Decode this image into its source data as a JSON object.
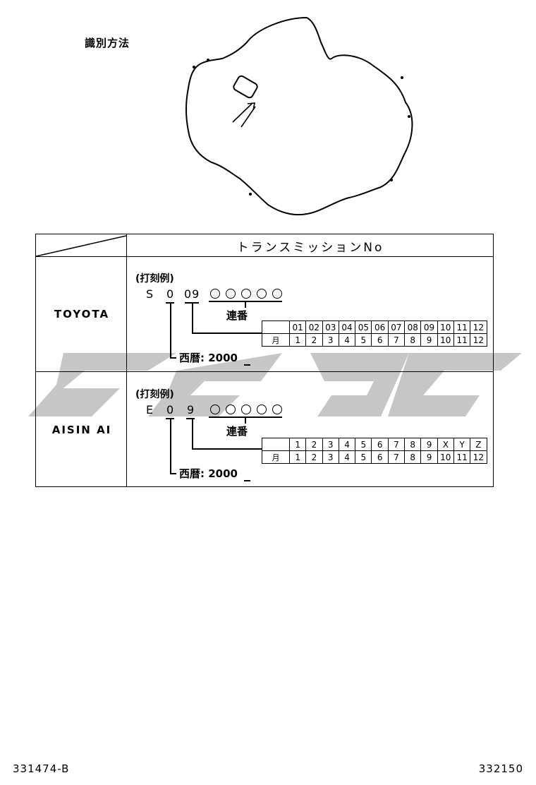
{
  "title": "識別方法",
  "table": {
    "header": "トランスミッションNo",
    "rows": [
      {
        "maker": "TOYOTA",
        "example_label": "(打刻例)",
        "code_prefix": "S",
        "code_year": "0",
        "code_month": "09",
        "serial_label": "連番",
        "year_label": "西暦: 2000",
        "month_label": "月",
        "codes": [
          "01",
          "02",
          "03",
          "04",
          "05",
          "06",
          "07",
          "08",
          "09",
          "10",
          "11",
          "12"
        ],
        "months": [
          "1",
          "2",
          "3",
          "4",
          "5",
          "6",
          "7",
          "8",
          "9",
          "10",
          "11",
          "12"
        ]
      },
      {
        "maker": "AISIN AI",
        "example_label": "(打刻例)",
        "code_prefix": "E",
        "code_year": "0",
        "code_month": "9",
        "serial_label": "連番",
        "year_label": "西暦: 2000",
        "month_label": "月",
        "codes": [
          "1",
          "2",
          "3",
          "4",
          "5",
          "6",
          "7",
          "8",
          "9",
          "X",
          "Y",
          "Z"
        ],
        "months": [
          "1",
          "2",
          "3",
          "4",
          "5",
          "6",
          "7",
          "8",
          "9",
          "10",
          "11",
          "12"
        ]
      }
    ]
  },
  "footer": {
    "left": "331474-B",
    "right": "332150"
  }
}
